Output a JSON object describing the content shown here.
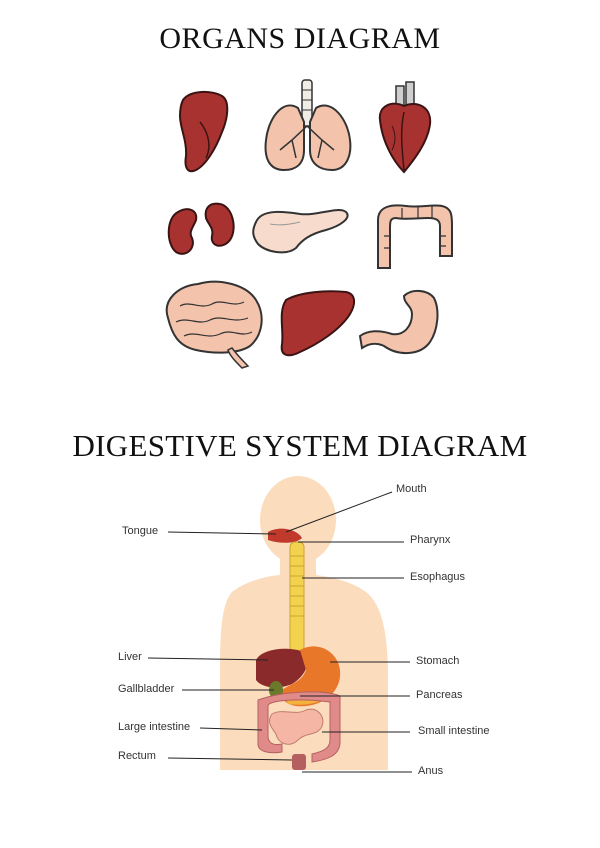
{
  "organs_title": "ORGANS DIAGRAM",
  "digestive_title": "DIGESTIVE SYSTEM DIAGRAM",
  "labels": {
    "mouth": "Mouth",
    "tongue": "Tongue",
    "pharynx": "Pharynx",
    "esophagus": "Esophagus",
    "liver": "Liver",
    "stomach": "Stomach",
    "gallbladder": "Gallbladder",
    "pancreas": "Pancreas",
    "large_intestine": "Large intestine",
    "small_intestine": "Small intestine",
    "rectum": "Rectum",
    "anus": "Anus"
  },
  "colors": {
    "organ_red": "#a8322f",
    "organ_pink": "#f3c3ac",
    "body_skin": "#fbdcbd",
    "stomach_orange": "#e8772a",
    "gall_green": "#6b7a2a"
  }
}
